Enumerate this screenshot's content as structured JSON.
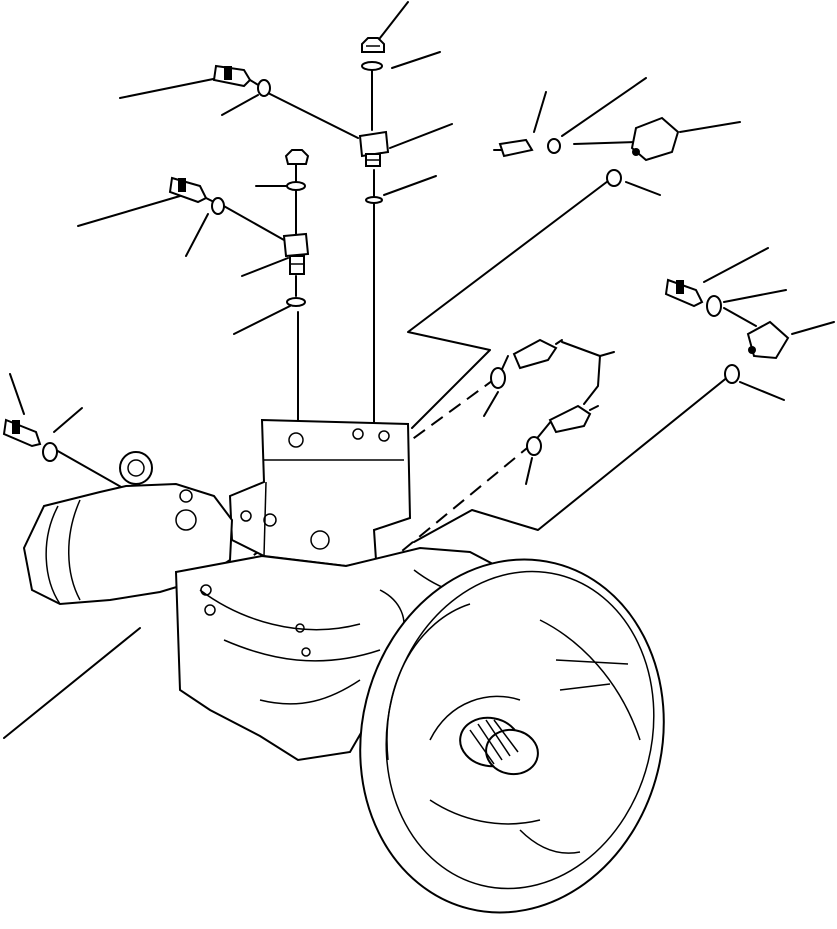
{
  "figure": {
    "kind": "exploded-view parts diagram",
    "background": "#ffffff",
    "line_color": "#000000"
  },
  "parts": [
    "hydraulic-pump-assembly",
    "pump-flange-disc",
    "spline-shaft",
    "valve-block",
    "pressure-sensor-top-left",
    "plug-top",
    "elbow-fitting-top",
    "plug-middle",
    "elbow-fitting-middle",
    "pressure-sensor-left",
    "pressure-sensor-far-left",
    "pressure-switch-top-right",
    "pressure-sensor-right",
    "elbow-fitting-right",
    "sensor-pair-center"
  ]
}
